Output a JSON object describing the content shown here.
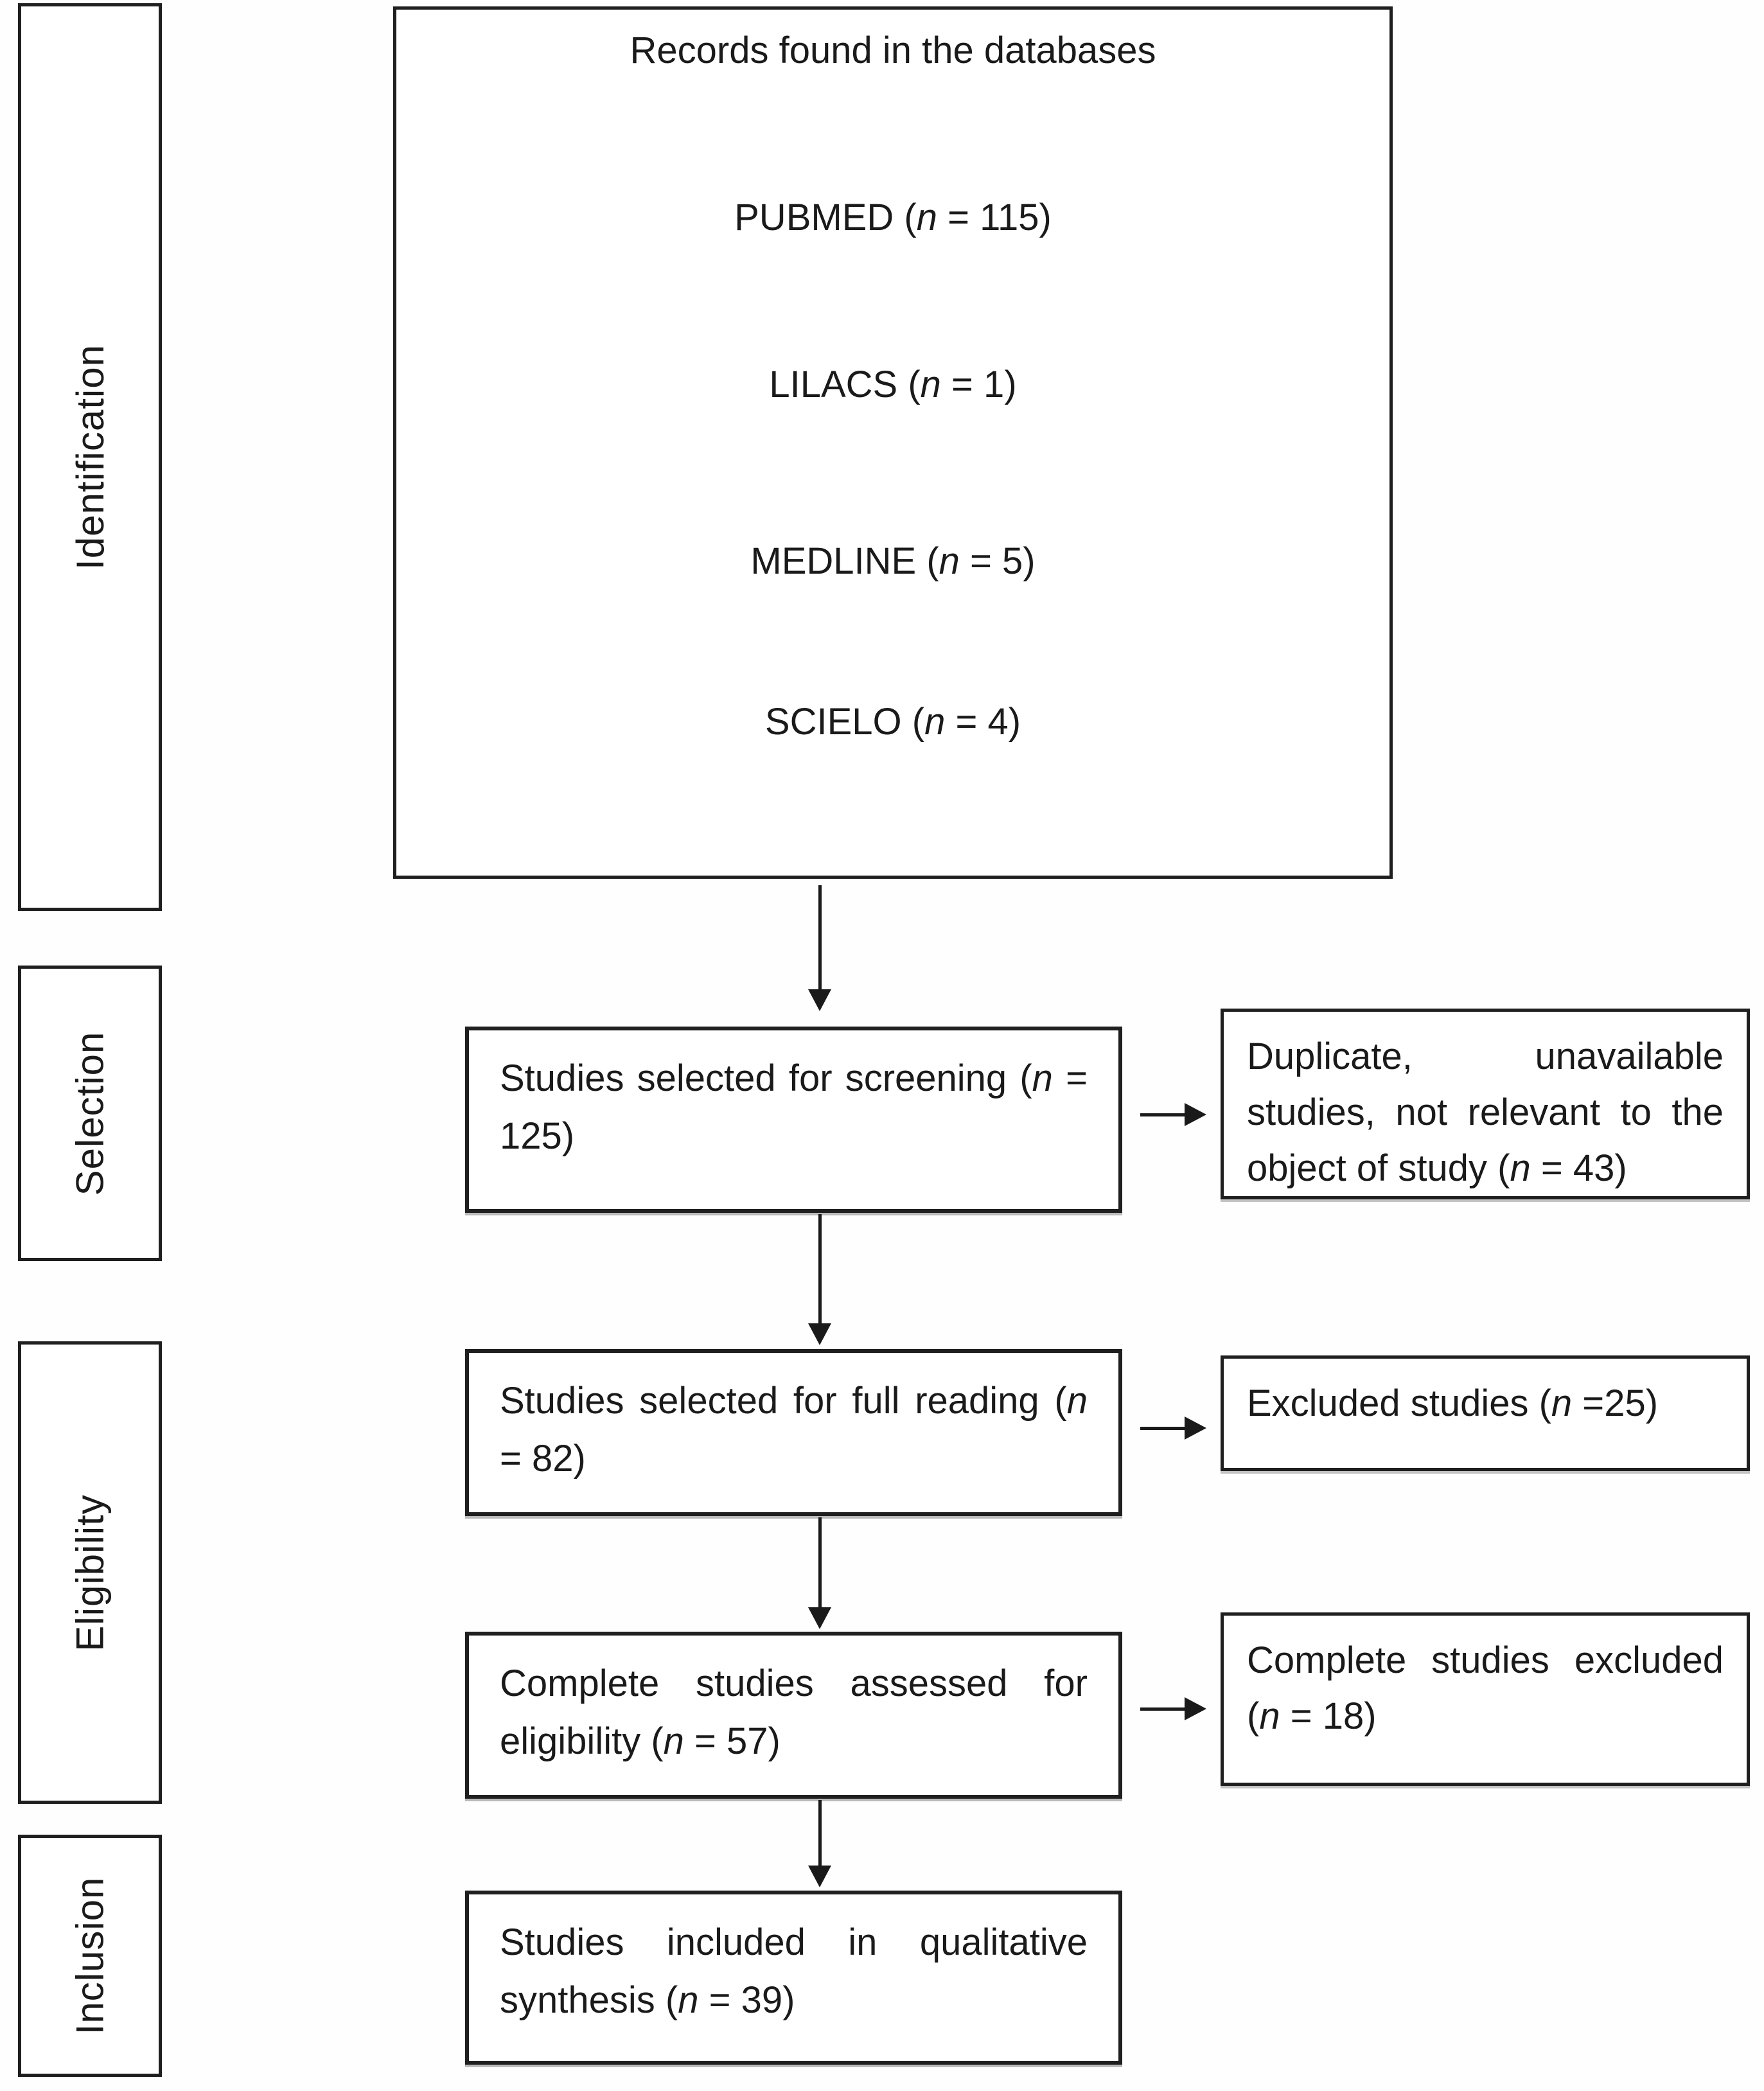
{
  "labels": {
    "n": "n",
    "close_paren": ")"
  },
  "sidebar": {
    "stages": [
      {
        "label": "Identification"
      },
      {
        "label": "Selection"
      },
      {
        "label": "Eligibility"
      },
      {
        "label": "Inclusion"
      }
    ]
  },
  "records_box": {
    "title": "Records found in the databases",
    "sources": [
      {
        "prefix": "PUBMED (",
        "eq": " = ",
        "value": "115"
      },
      {
        "prefix": "LILACS (",
        "eq": " = ",
        "value": "1"
      },
      {
        "prefix": "MEDLINE (",
        "eq": " = ",
        "value": "5"
      },
      {
        "prefix": "SCIELO (",
        "eq": " = ",
        "value": "4"
      }
    ]
  },
  "flow": {
    "screening": {
      "prefix": "Studies selected for screening (",
      "eq": " = ",
      "value": "125"
    },
    "full_reading": {
      "prefix": "Studies selected for full reading (",
      "eq": " = ",
      "value": "82"
    },
    "assessed": {
      "prefix": "Complete studies assessed for eligibility (",
      "eq": " = ",
      "value": "57"
    },
    "included": {
      "prefix": "Studies included in qualitative synthesis (",
      "eq": " = ",
      "value": "39"
    }
  },
  "exclusions": {
    "screening": {
      "prefix": "Duplicate, unavailable studies, not relevant to the object of study (",
      "eq": " = ",
      "value": "43"
    },
    "full_reading": {
      "prefix": "Excluded studies (",
      "eq": " =",
      "value": "25"
    },
    "assessed": {
      "prefix": "Complete studies excluded (",
      "eq": " = ",
      "value": "18"
    }
  }
}
